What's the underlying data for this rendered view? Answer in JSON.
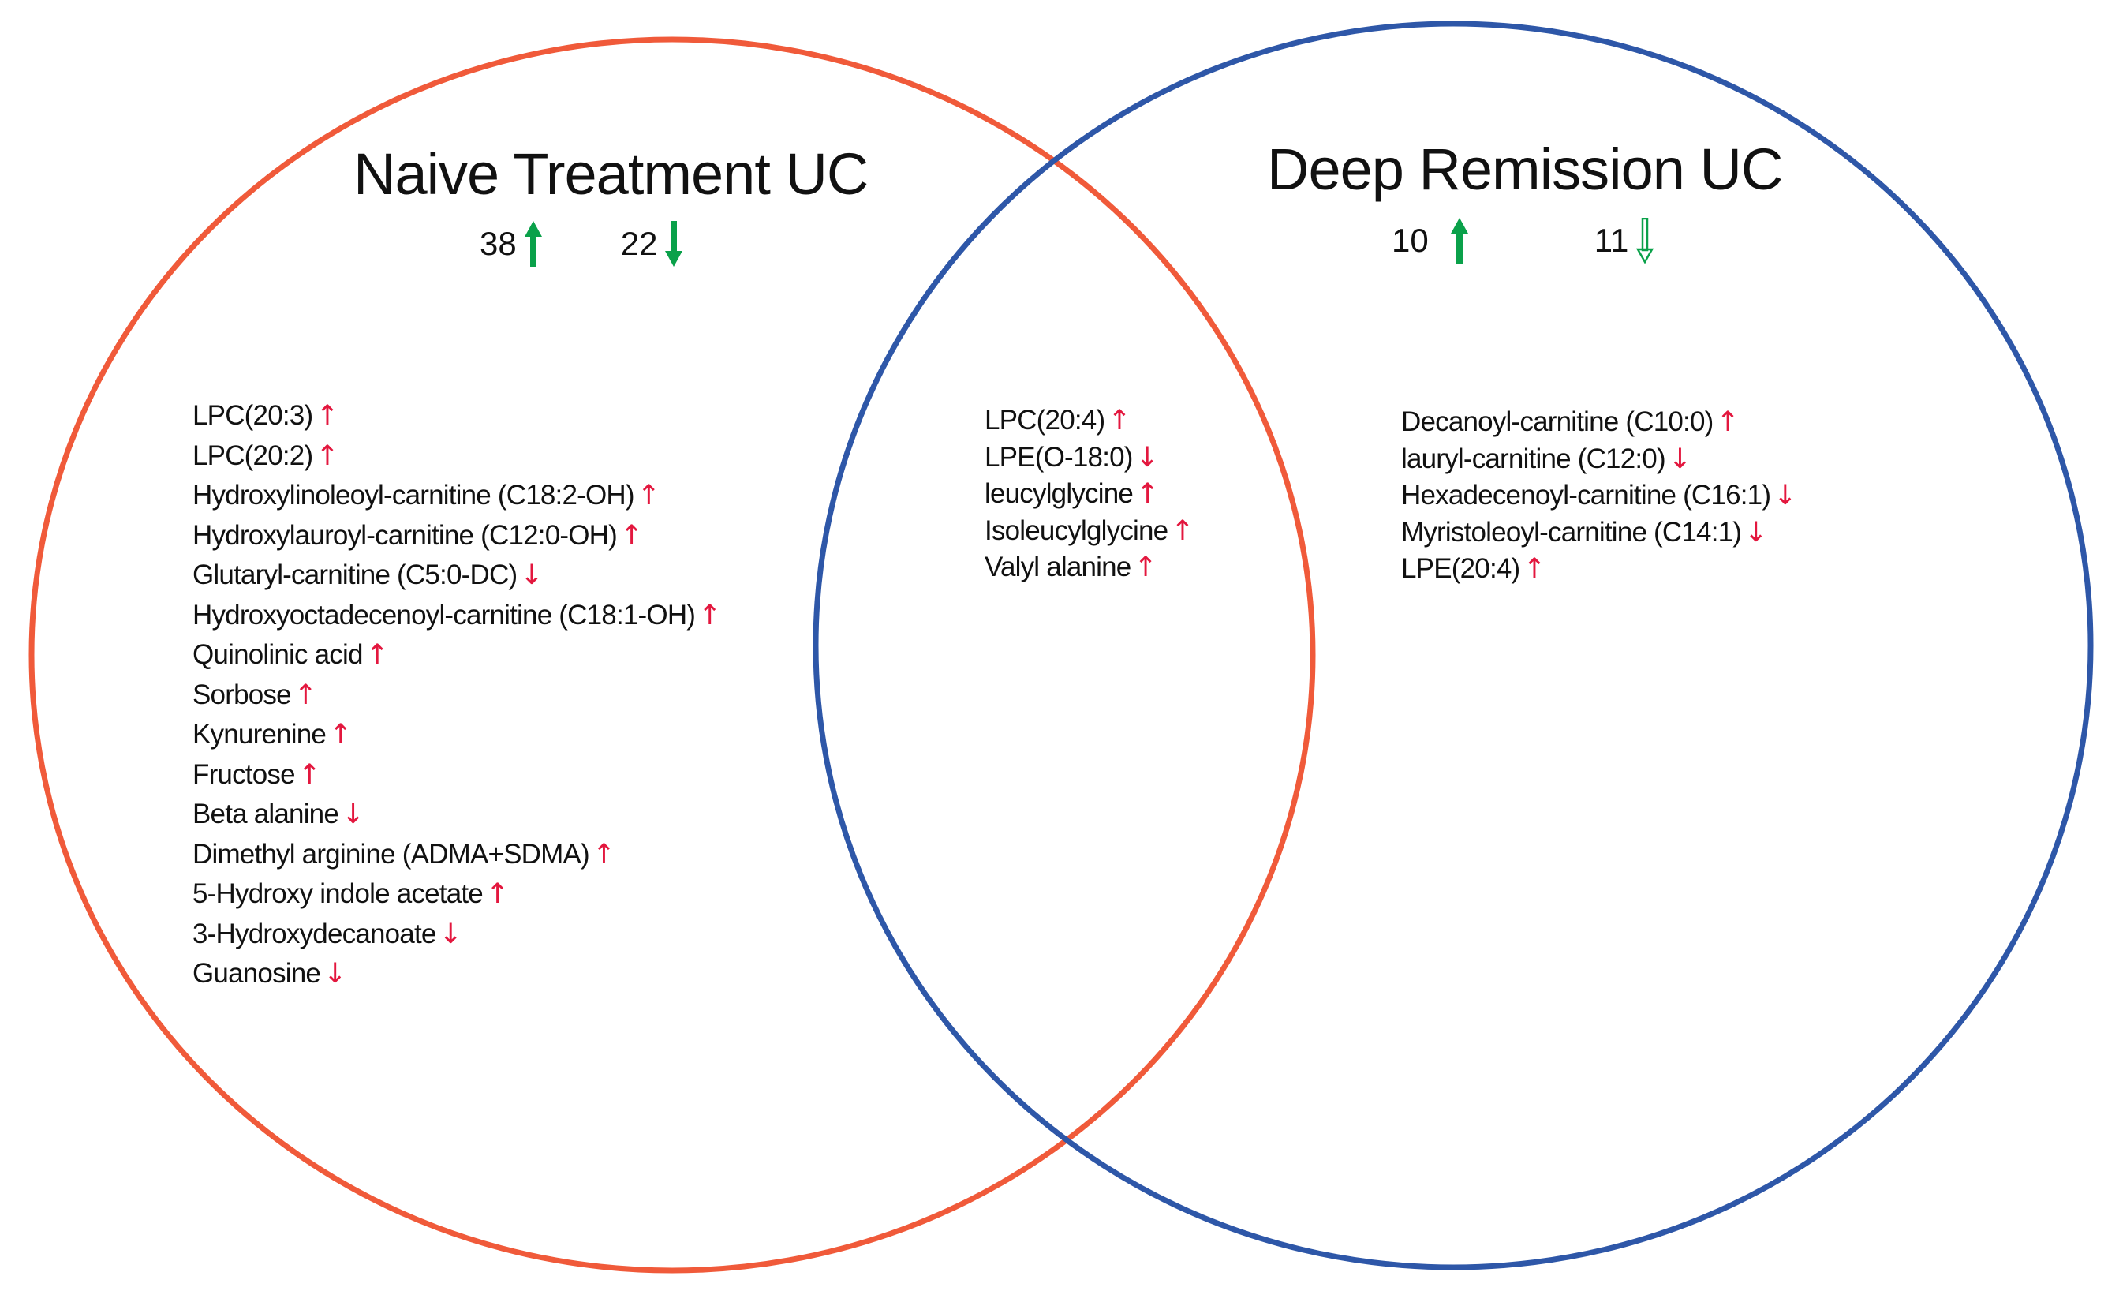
{
  "colors": {
    "left_circle": "#f05a3a",
    "right_circle": "#2e57a8",
    "count_arrow": "#0aa14a",
    "change_arrow": "#e3173e"
  },
  "sets": [
    {
      "id": "naive",
      "title": "Naive Treatment UC",
      "up_count": "38",
      "down_count": "22"
    },
    {
      "id": "remission",
      "title": "Deep Remission UC",
      "up_count": "10",
      "down_count": "11"
    }
  ],
  "left_only": [
    {
      "name": "LPC(20:3)",
      "dir": "up"
    },
    {
      "name": "LPC(20:2)",
      "dir": "up"
    },
    {
      "name": "Hydroxylinoleoyl-carnitine (C18:2-OH)",
      "dir": "up"
    },
    {
      "name": "Hydroxylauroyl-carnitine (C12:0-OH)",
      "dir": "up"
    },
    {
      "name": "Glutaryl-carnitine (C5:0-DC)",
      "dir": "down"
    },
    {
      "name": "Hydroxyoctadecenoyl-carnitine (C18:1-OH)",
      "dir": "up"
    },
    {
      "name": "Quinolinic acid",
      "dir": "up"
    },
    {
      "name": "Sorbose",
      "dir": "up"
    },
    {
      "name": "Kynurenine",
      "dir": "up"
    },
    {
      "name": "Fructose",
      "dir": "up"
    },
    {
      "name": "Beta alanine",
      "dir": "down"
    },
    {
      "name": "Dimethyl arginine (ADMA+SDMA)",
      "dir": "up"
    },
    {
      "name": "5-Hydroxy indole acetate",
      "dir": "up"
    },
    {
      "name": "3-Hydroxydecanoate",
      "dir": "down"
    },
    {
      "name": "Guanosine",
      "dir": "down"
    }
  ],
  "shared": [
    {
      "name": "LPC(20:4)",
      "dir": "up"
    },
    {
      "name": "LPE(O-18:0)",
      "dir": "down"
    },
    {
      "name": "leucylglycine",
      "dir": "up"
    },
    {
      "name": "Isoleucylglycine",
      "dir": "up"
    },
    {
      "name": "Valyl alanine",
      "dir": "up"
    }
  ],
  "right_only": [
    {
      "name": "Decanoyl-carnitine (C10:0)",
      "dir": "up"
    },
    {
      "name": "lauryl-carnitine (C12:0)",
      "dir": "down"
    },
    {
      "name": "Hexadecenoyl-carnitine (C16:1)",
      "dir": "down"
    },
    {
      "name": "Myristoleoyl-carnitine (C14:1)",
      "dir": "down"
    },
    {
      "name": "LPE(20:4)",
      "dir": "up"
    }
  ]
}
